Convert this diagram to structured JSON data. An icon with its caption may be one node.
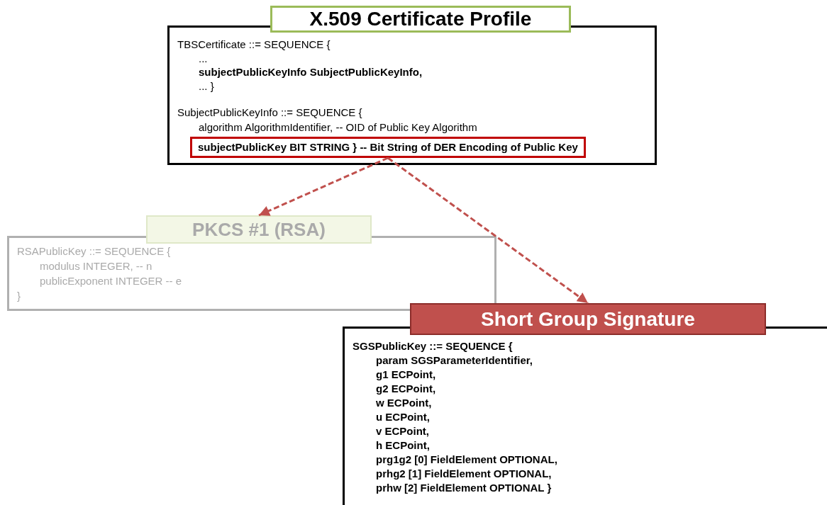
{
  "diagram": {
    "nodes": [
      {
        "text": [
          "X.509 Certificate Profile",
          "TBSCertificate ::= SEQUENCE {",
          "...",
          "subjectPublicKeyInfo SubjectPublicKeyInfo,",
          "... }",
          "SubjectPublicKeyInfo ::= SEQUENCE {",
          "algorithm AlgorithmIdentifier, -- OID of Public Key Algorithm"
        ]
      },
      {
        "text": [
          "subjectPublicKey BIT STRING } -- Bit String of DER Encoding of Public Key"
        ],
        "in": 0
      },
      {
        "text": [
          "PKCS #1 (RSA)",
          "RSAPublicKey ::= SEQUENCE {",
          "modulus INTEGER, -- n",
          "publicExponent INTEGER -- e",
          "}"
        ]
      },
      {
        "text": [
          "Short Group Signature",
          "SGSPublicKey ::= SEQUENCE {",
          "param SGSParameterIdentifier,",
          "g1 ECPoint,",
          "g2 ECPoint,",
          "w ECPoint,",
          "u ECPoint,",
          "v ECPoint,",
          "h ECPoint,",
          "prg1g2 [0] FieldElement OPTIONAL,",
          "prhg2 [1] FieldElement OPTIONAL,",
          "prhw [2] FieldElement OPTIONAL }"
        ]
      }
    ],
    "edges": [
      {
        "from": 1,
        "to": 2,
        "arrow": "to",
        "style": "dashed",
        "color": "#c0504d"
      },
      {
        "from": 1,
        "to": 3,
        "arrow": "to",
        "style": "dashed",
        "color": "#c0504d"
      }
    ]
  }
}
